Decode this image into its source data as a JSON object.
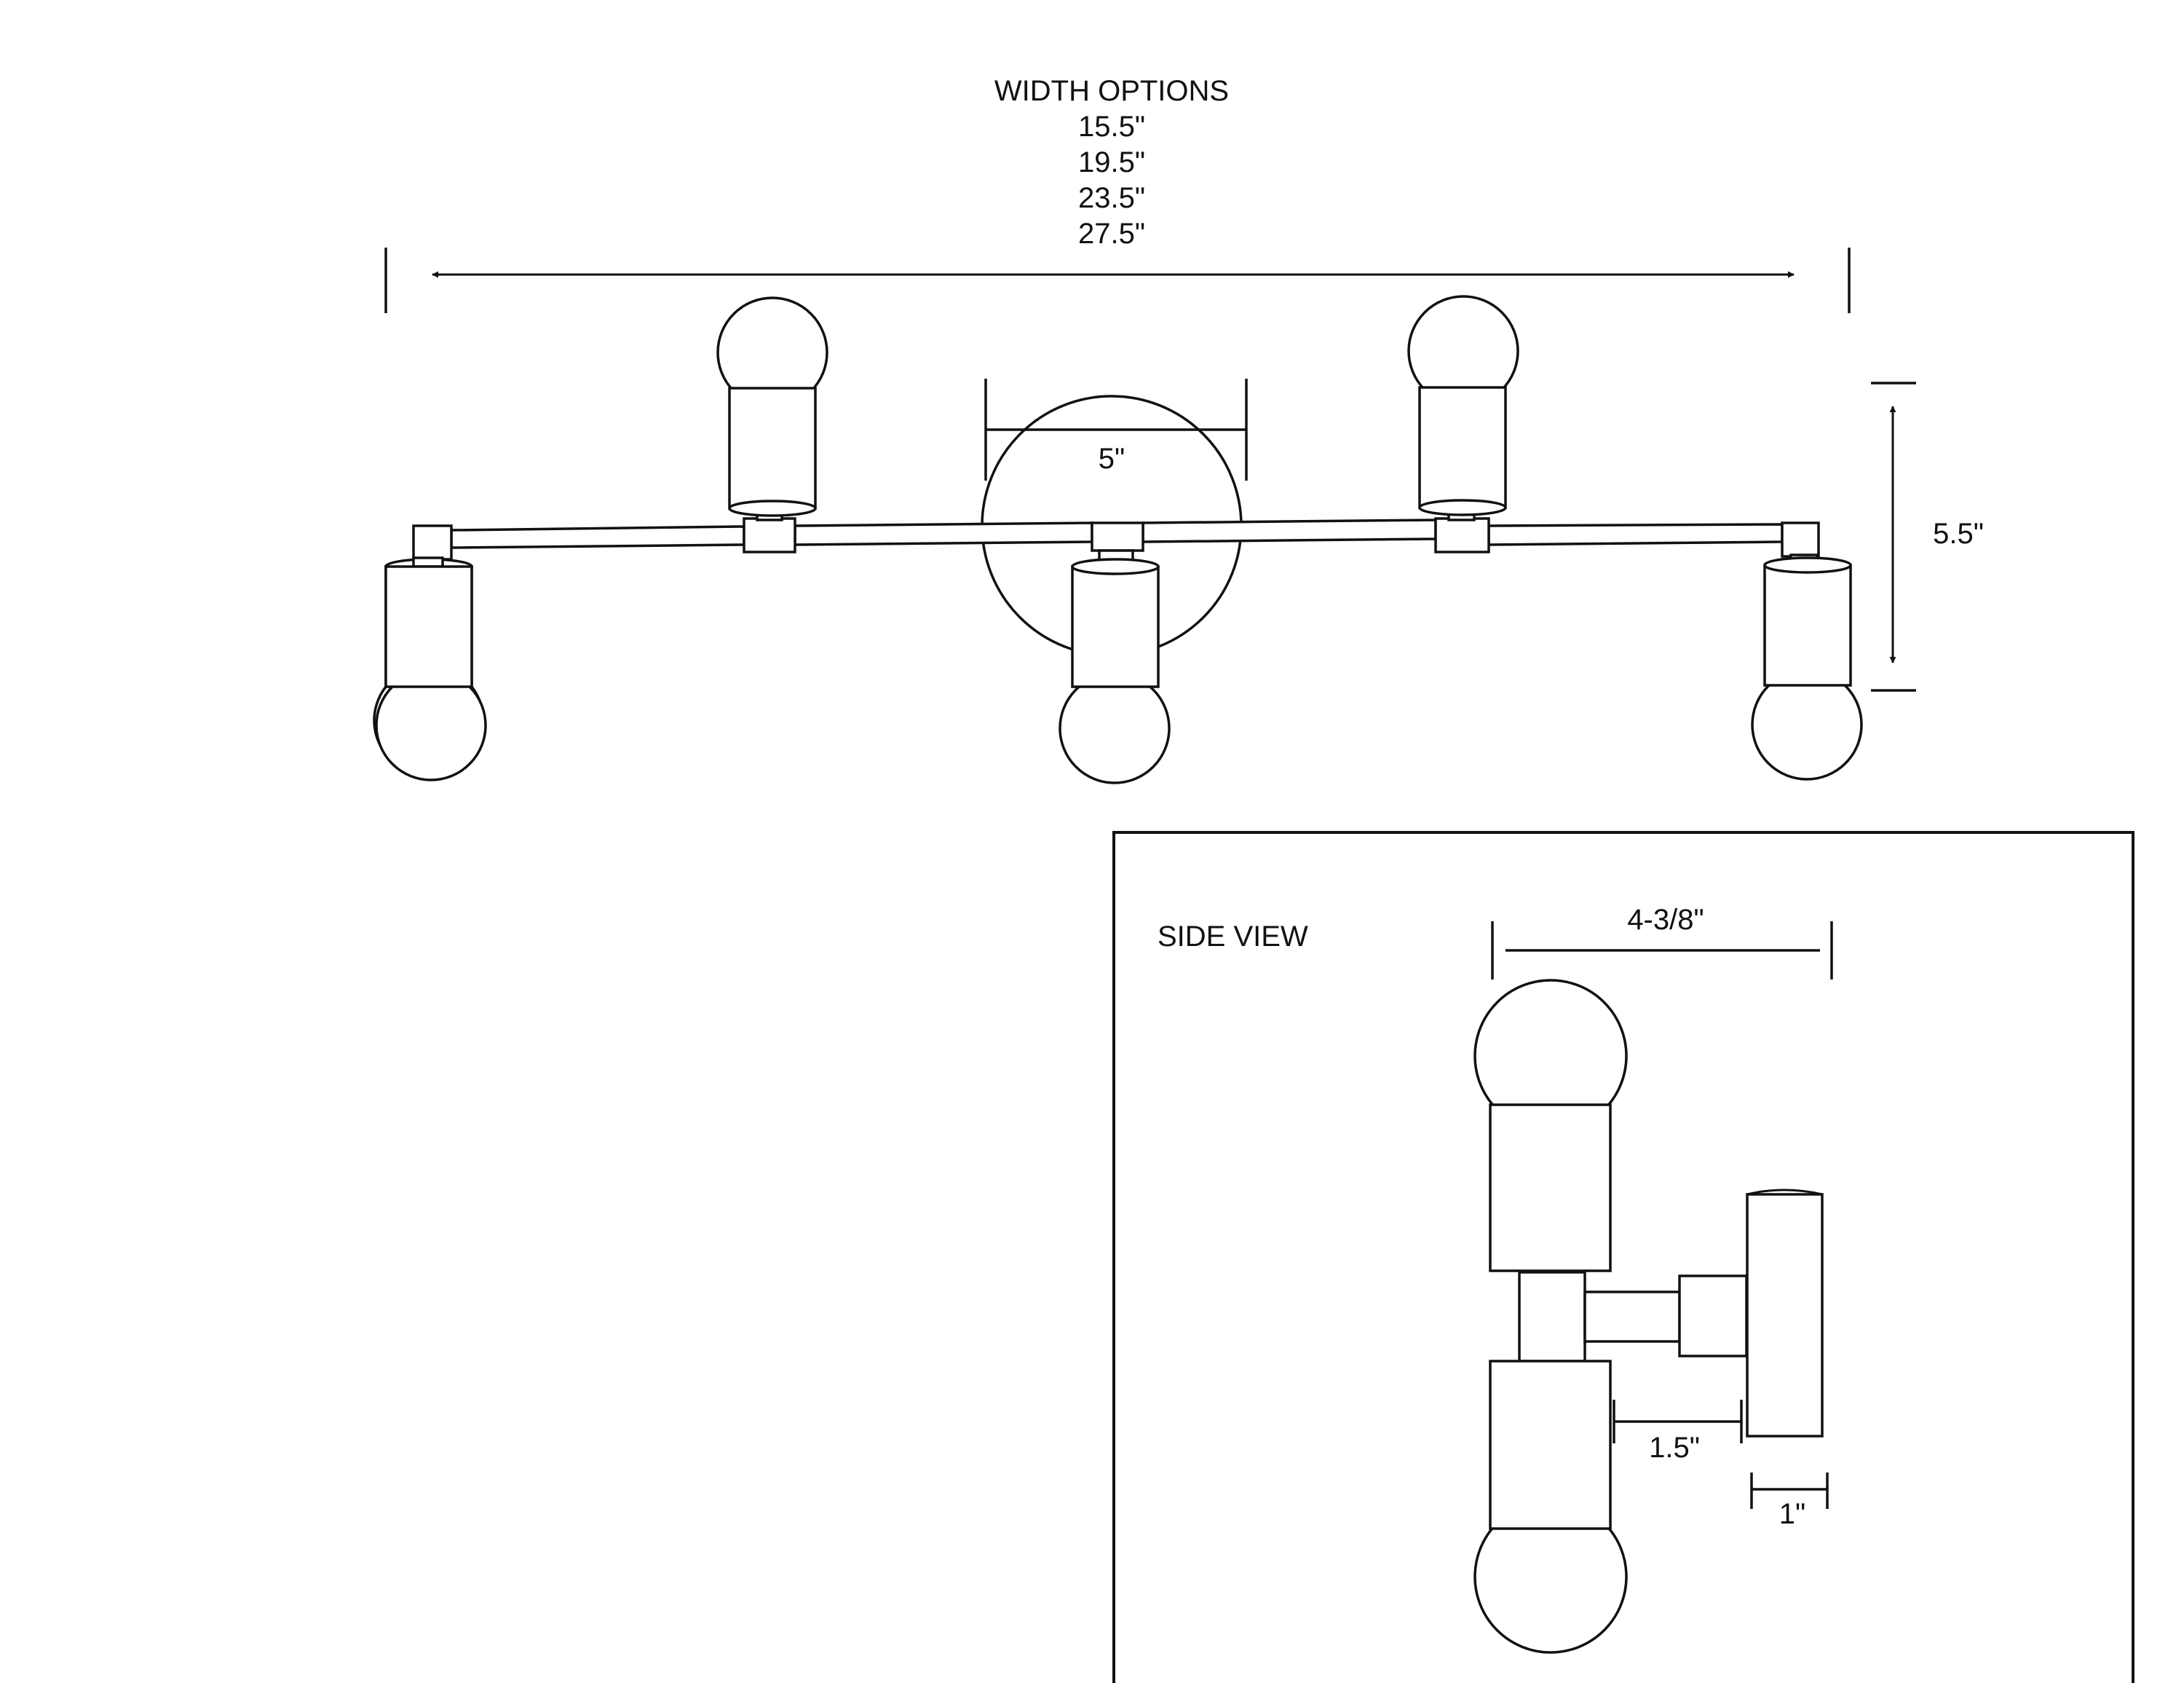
{
  "front_view": {
    "width_options_title": "WIDTH OPTIONS",
    "width_options": [
      "15.5\"",
      "19.5\"",
      "23.5\"",
      "27.5\""
    ],
    "canopy_diameter_label": "5\"",
    "height_label": "5.5\""
  },
  "side_view": {
    "title": "SIDE VIEW",
    "depth_label": "4-3/8\"",
    "arm_length_label": "1.5\"",
    "canopy_depth_label": "1\""
  },
  "colors": {
    "line": "#111111",
    "background": "#ffffff"
  }
}
